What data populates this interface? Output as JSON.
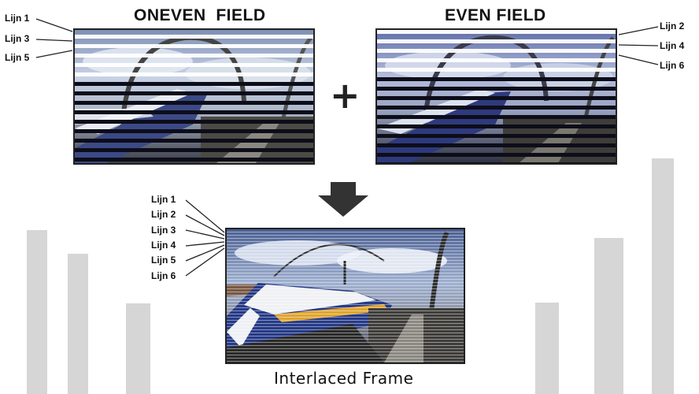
{
  "odd_field": {
    "title": "ONEVEN  FIELD",
    "line_labels": [
      "Lijn 1",
      "Lijn 3",
      "Lijn 5"
    ]
  },
  "even_field": {
    "title": "EVEN FIELD",
    "line_labels": [
      "Lijn 2",
      "Lijn 4",
      "Lijn 6"
    ]
  },
  "combine_symbol": "+",
  "result": {
    "caption": "Interlaced Frame",
    "line_labels": [
      "Lijn 1",
      "Lijn 2",
      "Lijn 3",
      "Lijn 4",
      "Lijn 5",
      "Lijn 6"
    ]
  },
  "colors": {
    "background_bars": "#d6d6d6",
    "frame_border": "#222222",
    "arrow": "#333333",
    "field_lines": "#0d0d1a"
  }
}
